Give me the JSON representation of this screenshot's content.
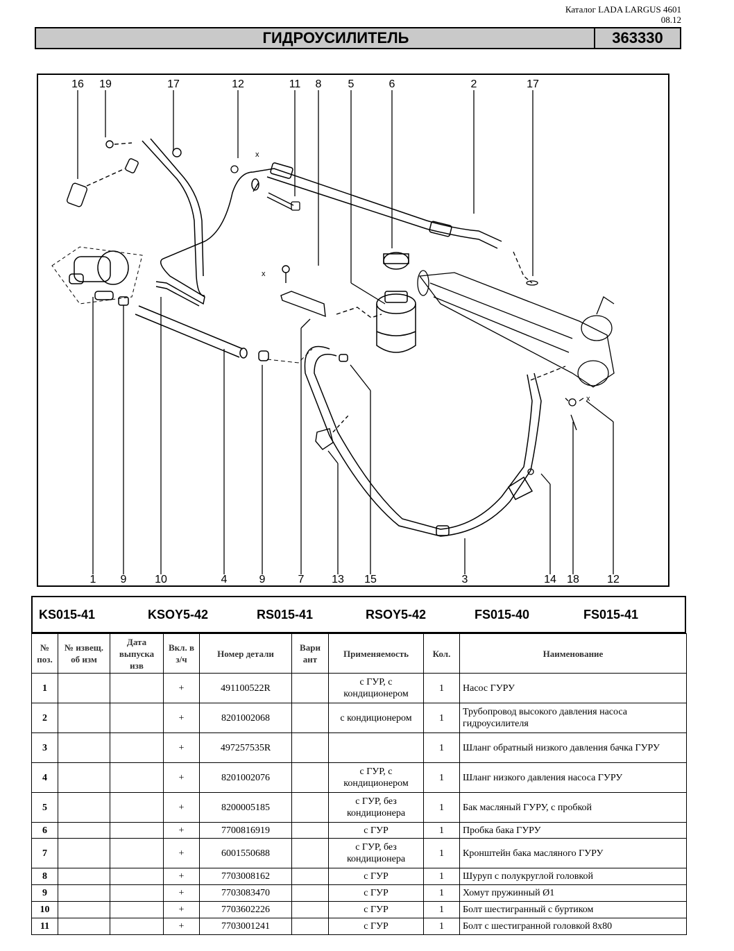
{
  "header": {
    "catalog": "Каталог LADA LARGUS 4601",
    "date": "08.12",
    "title": "ГИДРОУСИЛИТЕЛЬ",
    "code": "363330"
  },
  "diagram": {
    "top_labels": [
      "16",
      "19",
      "17",
      "12",
      "11",
      "8",
      "5",
      "6",
      "2",
      "17"
    ],
    "bottom_labels": [
      "1",
      "9",
      "10",
      "4",
      "9",
      "7",
      "13",
      "15",
      "3",
      "14",
      "18",
      "12"
    ],
    "x_marks": [
      "x",
      "x",
      "x"
    ]
  },
  "models": [
    "KS015-41",
    "KSOY5-42",
    "RS015-41",
    "RSOY5-42",
    "FS015-40",
    "FS015-41"
  ],
  "table": {
    "headers": [
      "№ поз.",
      "№ извещ. об изм",
      "Дата выпуска изв",
      "Вкл. в з/ч",
      "Номер детали",
      "Вари ант",
      "Применяемость",
      "Кол.",
      "Наименование"
    ],
    "rows": [
      {
        "pos": "1",
        "inc": "+",
        "part": "491100522R",
        "app": "с ГУР, с кондиционером",
        "qty": "1",
        "name": "Насос ГУРУ"
      },
      {
        "pos": "2",
        "inc": "+",
        "part": "8201002068",
        "app": "с кондиционером",
        "qty": "1",
        "name": "Трубопровод высокого давления насоса гидроусилителя"
      },
      {
        "pos": "3",
        "inc": "+",
        "part": "497257535R",
        "app": "",
        "qty": "1",
        "name": "Шланг обратный низкого давления бачка ГУРУ"
      },
      {
        "pos": "4",
        "inc": "+",
        "part": "8201002076",
        "app": "с ГУР, с кондиционером",
        "qty": "1",
        "name": "Шланг низкого давления насоса ГУРУ"
      },
      {
        "pos": "5",
        "inc": "+",
        "part": "8200005185",
        "app": "с ГУР, без кондиционера",
        "qty": "1",
        "name": "Бак масляный ГУРУ, с пробкой"
      },
      {
        "pos": "6",
        "inc": "+",
        "part": "7700816919",
        "app": "с ГУР",
        "qty": "1",
        "name": "Пробка бака ГУРУ"
      },
      {
        "pos": "7",
        "inc": "+",
        "part": "6001550688",
        "app": "с ГУР, без кондиционера",
        "qty": "1",
        "name": "Кронштейн бака масляного ГУРУ"
      },
      {
        "pos": "8",
        "inc": "+",
        "part": "7703008162",
        "app": "с ГУР",
        "qty": "1",
        "name": "Шуруп с полукруглой головкой"
      },
      {
        "pos": "9",
        "inc": "+",
        "part": "7703083470",
        "app": "с ГУР",
        "qty": "1",
        "name": "Хомут пружинный Ø1"
      },
      {
        "pos": "10",
        "inc": "+",
        "part": "7703602226",
        "app": "с ГУР",
        "qty": "1",
        "name": "Болт шестигранный с буртиком"
      },
      {
        "pos": "11",
        "inc": "+",
        "part": "7703001241",
        "app": "с ГУР",
        "qty": "1",
        "name": "Болт с шестигранной головкой 8x80"
      }
    ]
  }
}
